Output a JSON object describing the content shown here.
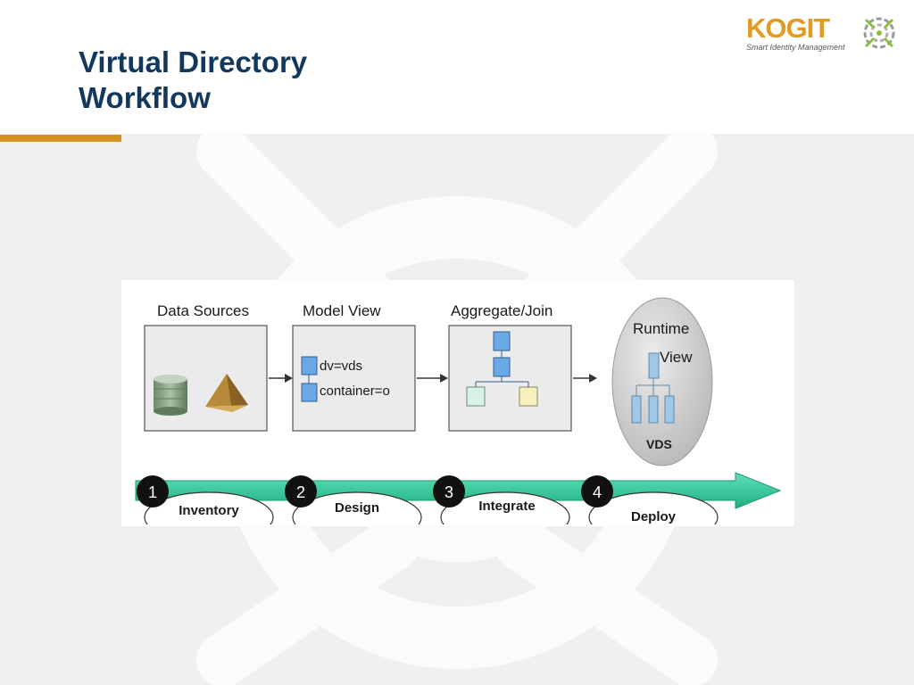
{
  "slide": {
    "title_line1": "Virtual Directory",
    "title_line2": "Workflow"
  },
  "logo": {
    "word": "KOGIT",
    "tagline": "Smart Identity Management"
  },
  "colors": {
    "title": "#12385e",
    "accent": "#d6921f",
    "flow_arrow": "#2ec99a",
    "node_blue": "#5c9ee0"
  },
  "diagram": {
    "stage_titles": [
      "Data Sources",
      "Model View",
      "Aggregate/Join"
    ],
    "model_entries": [
      "dv=vds",
      "container=o"
    ],
    "runtime": {
      "line1": "Runtime",
      "line2": "View",
      "caption": "VDS"
    },
    "steps": [
      {
        "number": "1",
        "label": "Inventory"
      },
      {
        "number": "2",
        "label": "Design"
      },
      {
        "number": "3",
        "label": "Integrate"
      },
      {
        "number": "4",
        "label": "Deploy"
      }
    ]
  }
}
